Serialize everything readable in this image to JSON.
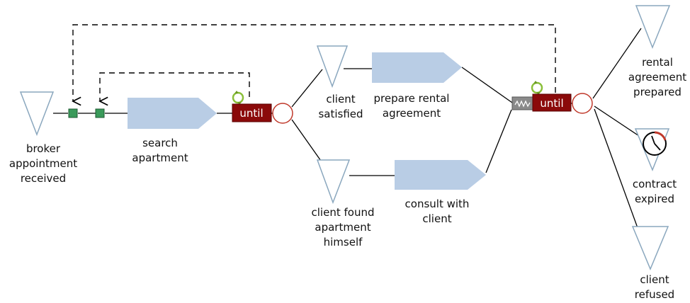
{
  "colors": {
    "event_stroke": "#8aa7be",
    "function_fill": "#b9cde5",
    "until_fill": "#8b0a0a",
    "connector_stroke": "#c0392b",
    "port_fill": "#3a9a5a",
    "loop_icon": "#8bbf3a",
    "flow_line": "#000000"
  },
  "events": {
    "broker_appointment": "broker\nappointment\nreceived",
    "client_satisfied": "client\nsatisfied",
    "client_found": "client found\napartment\nhimself",
    "rental_prepared": "rental\nagreement\nprepared",
    "contract_expired": "contract\nexpired",
    "client_refused": "client\nrefused"
  },
  "functions": {
    "search_apartment": "search\napartment",
    "prepare_rental": "prepare rental\nagreement",
    "consult_client": "consult with\nclient"
  },
  "loops": {
    "inner_label": "until",
    "outer_label": "until"
  },
  "icons": {
    "loop": "loop-arrows-icon",
    "wave": "wave-icon",
    "clock": "clock-icon"
  }
}
